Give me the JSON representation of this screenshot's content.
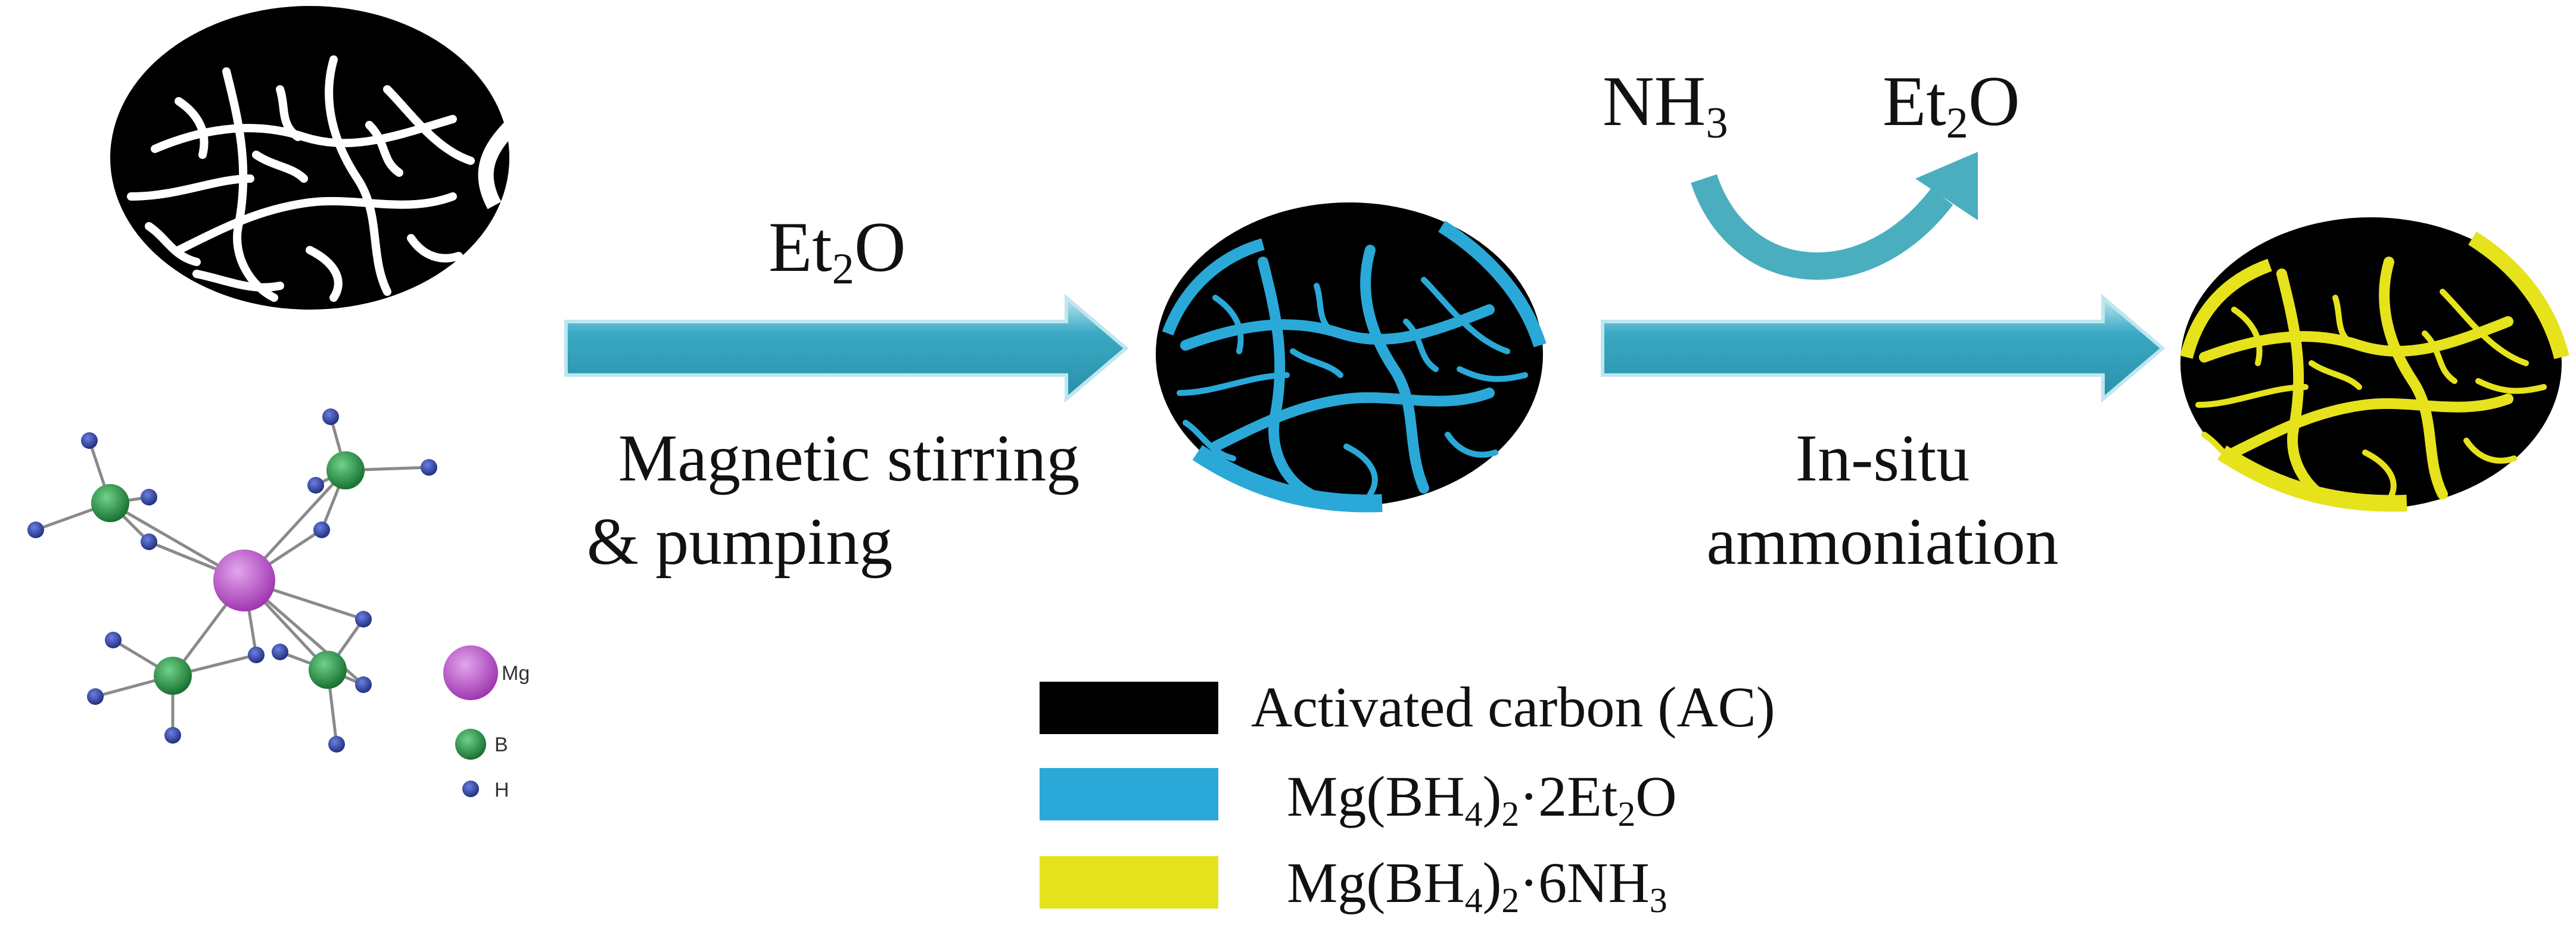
{
  "colors": {
    "carbon": "#000000",
    "mg_et2o": "#2aa9d8",
    "mg_nh3": "#e6e21c",
    "arrow_fill": "#3aa9c4",
    "arrow_light": "#bfe6ef",
    "mg_atom": "#b548c4",
    "b_atom": "#1f8a3a",
    "h_atom": "#22338e",
    "bond": "#8a8a8a",
    "curved_arrow": "#4aaebf"
  },
  "step1": {
    "above": {
      "main": "Et",
      "sub": "2",
      "tail": "O"
    },
    "below_line1": "Magnetic stirring",
    "below_line2": "& pumping"
  },
  "step2": {
    "reactant": {
      "main": "NH",
      "sub": "3"
    },
    "product": {
      "main": "Et",
      "sub": "2",
      "tail": "O"
    },
    "below_line1": "In-situ",
    "below_line2": "ammoniation"
  },
  "molecule_key": {
    "mg": "Mg",
    "b": "B",
    "h": "H"
  },
  "legend": [
    {
      "color_key": "carbon",
      "label": "Activated carbon (AC)"
    },
    {
      "color_key": "mg_et2o",
      "formula": {
        "a": "Mg(BH",
        "s1": "4",
        "b": ")",
        "s2": "2",
        "c": "·2Et",
        "s3": "2",
        "d": "O"
      }
    },
    {
      "color_key": "mg_nh3",
      "formula": {
        "a": "Mg(BH",
        "s1": "4",
        "b": ")",
        "s2": "2",
        "c": "·6NH",
        "s3": "3",
        "d": ""
      }
    }
  ]
}
